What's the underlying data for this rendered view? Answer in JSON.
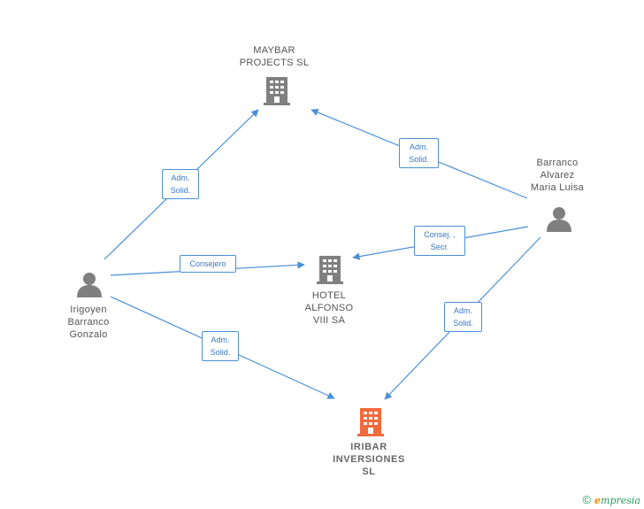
{
  "nodes": {
    "maybar": {
      "lines": [
        "MAYBAR",
        "PROJECTS  SL"
      ],
      "type": "company"
    },
    "hotel": {
      "lines": [
        "HOTEL",
        "ALFONSO",
        "VIII SA"
      ],
      "type": "company"
    },
    "iribar": {
      "lines": [
        "IRIBAR",
        "INVERSIONES",
        "SL"
      ],
      "type": "company-focus"
    },
    "barranco_alvarez": {
      "lines": [
        "Barranco",
        "Alvarez",
        "Maria Luisa"
      ],
      "type": "person"
    },
    "irigoyen": {
      "lines": [
        "Irigoyen",
        "Barranco",
        "Gonzalo"
      ],
      "type": "person"
    }
  },
  "edges": [
    {
      "id": "e1",
      "from": "irigoyen",
      "to": "maybar",
      "label": [
        "Adm.",
        "Solid."
      ]
    },
    {
      "id": "e2",
      "from": "irigoyen",
      "to": "hotel",
      "label": [
        "Consejero"
      ]
    },
    {
      "id": "e3",
      "from": "irigoyen",
      "to": "iribar",
      "label": [
        "Adm.",
        "Solid."
      ]
    },
    {
      "id": "e4",
      "from": "barranco_alvarez",
      "to": "maybar",
      "label": [
        "Adm.",
        "Solid."
      ]
    },
    {
      "id": "e5",
      "from": "barranco_alvarez",
      "to": "hotel",
      "label": [
        "Consej. ,",
        "Secr."
      ]
    },
    {
      "id": "e6",
      "from": "barranco_alvarez",
      "to": "iribar",
      "label": [
        "Adm.",
        "Solid."
      ]
    }
  ],
  "colors": {
    "edge": "#4a90d9",
    "company_icon": "#808080",
    "focus_icon": "#f26a3d",
    "person_icon": "#7f7f7f"
  },
  "footer": {
    "copyright": "©",
    "brand_initial": "e",
    "brand_rest": "mpresia"
  }
}
